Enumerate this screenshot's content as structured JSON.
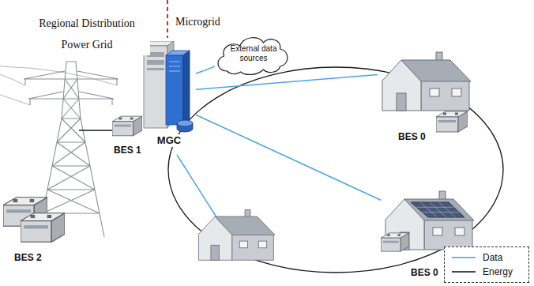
{
  "diagram": {
    "nodes": [
      {
        "text": [
          "External data sources"
        ]
      },
      {
        "text": [
          "MGC"
        ]
      },
      {
        "text": [
          "BES 0"
        ]
      },
      {
        "text": [
          "BES 0"
        ]
      }
    ],
    "edges": [
      {
        "from": 1,
        "to": 0,
        "arrow": "none"
      },
      {
        "from": 1,
        "to": 2,
        "arrow": "none"
      },
      {
        "from": 1,
        "to": 3,
        "arrow": "none"
      }
    ],
    "labels": [
      "Regional Distribution Power Grid",
      "Microgrid",
      "BES 1",
      "BES 2"
    ],
    "legend": [
      {
        "text": "Data"
      },
      {
        "text": "Energy"
      }
    ]
  }
}
